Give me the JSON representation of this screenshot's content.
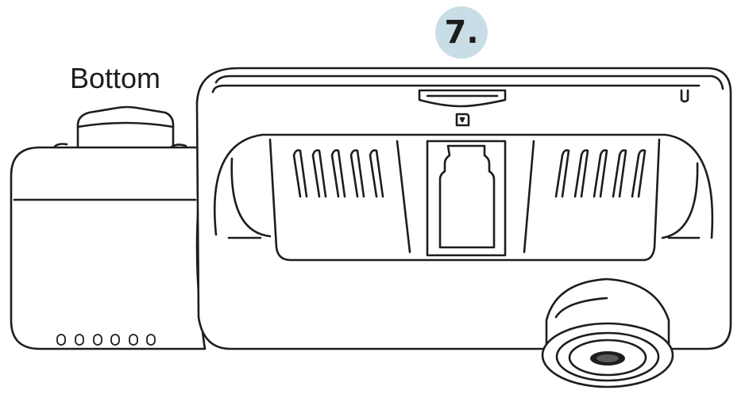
{
  "step": {
    "number": "7."
  },
  "view": {
    "label": "Bottom"
  },
  "colors": {
    "badge": "#c9dde6",
    "line": "#1d1d1b",
    "background": "#ffffff"
  },
  "illustration": {
    "subject": "dash-camera-bottom-view",
    "parts": [
      "memory-card-slot",
      "memory-card-icon",
      "mount-slot",
      "vent-slots",
      "rear-lens",
      "side-knob",
      "side-holes"
    ]
  }
}
